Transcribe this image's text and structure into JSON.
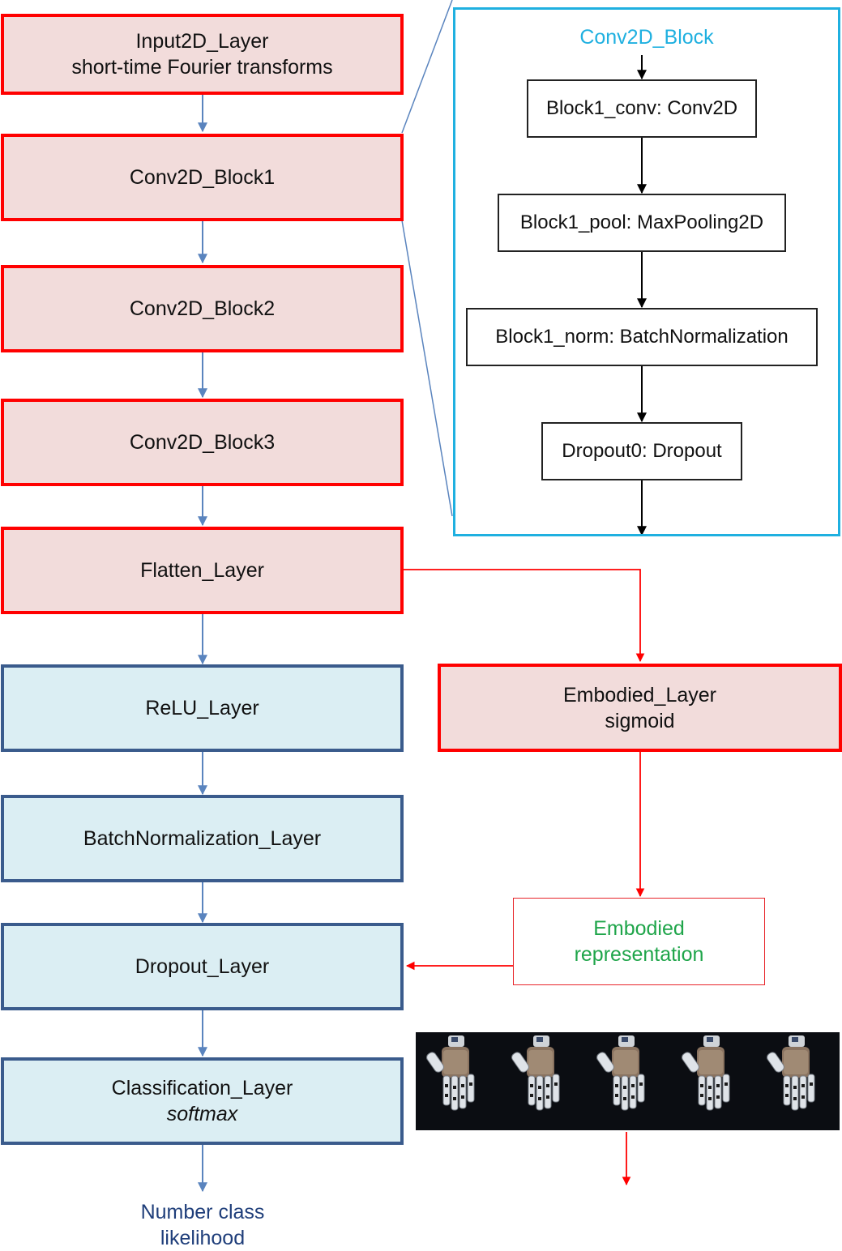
{
  "main_column": {
    "input": {
      "name": "Input2D_Layer",
      "detail": "short-time Fourier transforms"
    },
    "block1": "Conv2D_Block1",
    "block2": "Conv2D_Block2",
    "block3": "Conv2D_Block3",
    "flatten": "Flatten_Layer",
    "relu": "ReLU_Layer",
    "batchnorm": "BatchNormalization_Layer",
    "dropout": "Dropout_Layer",
    "classification": {
      "name": "Classification_Layer",
      "detail": "softmax"
    },
    "output": {
      "line1": "Number class",
      "line2": "likelihood"
    }
  },
  "conv_block_detail": {
    "title": "Conv2D_Block",
    "layers": [
      "Block1_conv: Conv2D",
      "Block1_pool: MaxPooling2D",
      "Block1_norm: BatchNormalization",
      "Dropout0: Dropout"
    ]
  },
  "embodied": {
    "layer": {
      "name": "Embodied_Layer",
      "detail": "sigmoid"
    },
    "representation": {
      "line1": "Embodied",
      "line2": "representation"
    }
  },
  "colors": {
    "red_fill": "#f2dcdb",
    "red_border": "#ff0000",
    "blue_fill": "#dbeef3",
    "blue_border": "#3a5b8c",
    "cyan": "#1fb0e0",
    "green_text": "#1fa54a",
    "navy_text": "#1f3e7a",
    "arrow_blue": "#5a84be"
  },
  "image": {
    "subject": "robot-hand-finger-counting",
    "frames": 5
  }
}
